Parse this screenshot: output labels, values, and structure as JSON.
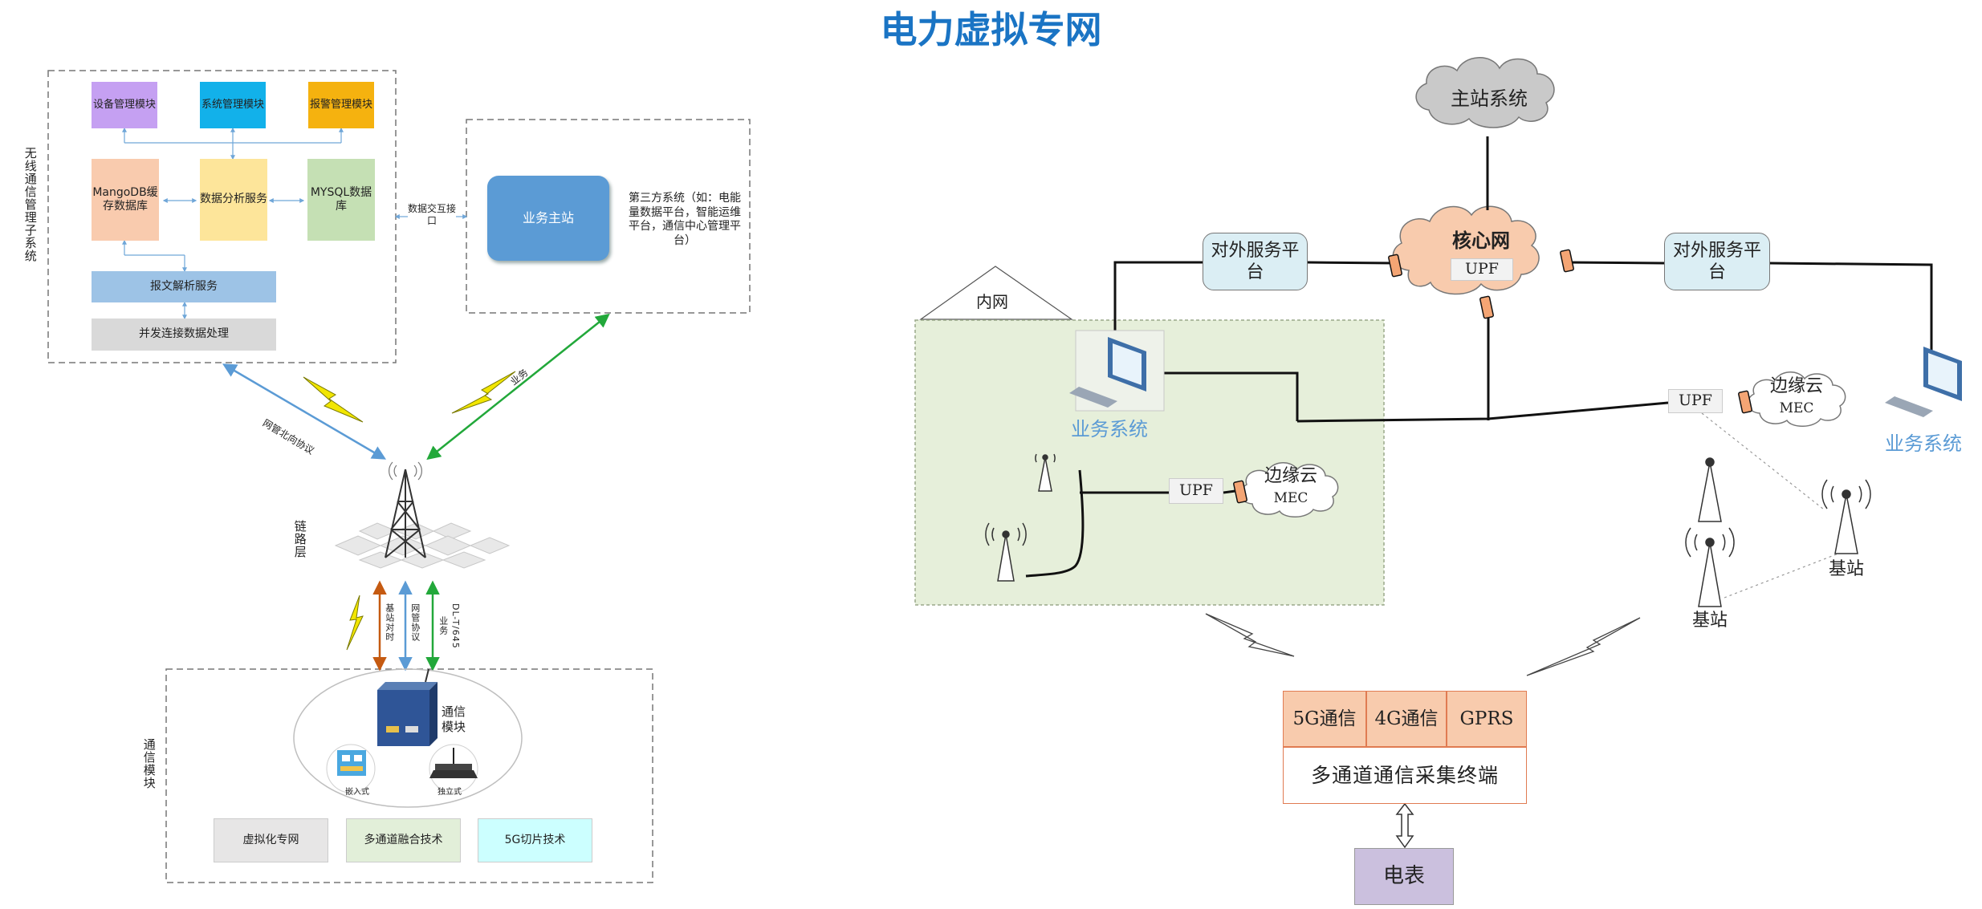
{
  "title": "电力虚拟专网",
  "left": {
    "system_label": "无线通信管理子系统",
    "modules": {
      "device_mgmt": "设备管理模块",
      "system_mgmt": "系统管理模块",
      "alarm_mgmt": "报警管理模块",
      "mangodb": "MangoDB缓存数据库",
      "data_analysis": "数据分析服务",
      "mysql": "MYSQL数据库",
      "parse_service": "报文解析服务",
      "concurrent": "并发连接数据处理"
    },
    "data_interface": "数据交互接口",
    "business_master": "业务主站",
    "third_party": "第三方系统（如：电能量数据平台，智能运维平台，通信中心管理平台）",
    "edge_labels": {
      "northbound": "网管北向协议",
      "business_top": "业务",
      "base_station_pair": "基站对时",
      "nms_protocol": "网管协议",
      "business_bottom": "业务",
      "dlt645": "DL-T/645"
    },
    "link_layer": "链路层",
    "comm_module_label": "通信模块",
    "comm_device_title": "通信模块",
    "embedded": "嵌入式",
    "standalone": "独立式",
    "tech": {
      "virtual": "虚拟化专网",
      "multichannel": "多通道融合技术",
      "slicing": "5G切片技术"
    }
  },
  "right": {
    "master_system": "主站系统",
    "core_network": "核心网",
    "upf": "UPF",
    "external_service_left": "对外服务平台",
    "external_service_right": "对外服务平台",
    "intranet": "内网",
    "business_system": "业务系统",
    "edge_cloud": "边缘云",
    "mec": "MEC",
    "base_station": "基站",
    "terminal": {
      "g5": "5G通信",
      "g4": "4G通信",
      "gprs": "GPRS",
      "name": "多通道通信采集终端"
    },
    "meter": "电表"
  },
  "colors": {
    "title": "#1a74c4",
    "purple": "#c5a0f2",
    "cyan": "#12b1ea",
    "amber": "#f5b20f",
    "peach": "#f9cbae",
    "cream": "#fde59a",
    "green_box": "#c5e0b4",
    "blue_service": "#9dc3e6",
    "grey_box": "#d9d9d9",
    "master_blue": "#5b9bd5",
    "intranet_fill": "#e6efda",
    "service_platform": "#dbeef4",
    "terminal_orange": "#f8cbad",
    "meter_purple": "#cbc0de",
    "business_text": "#5b9bd5"
  }
}
